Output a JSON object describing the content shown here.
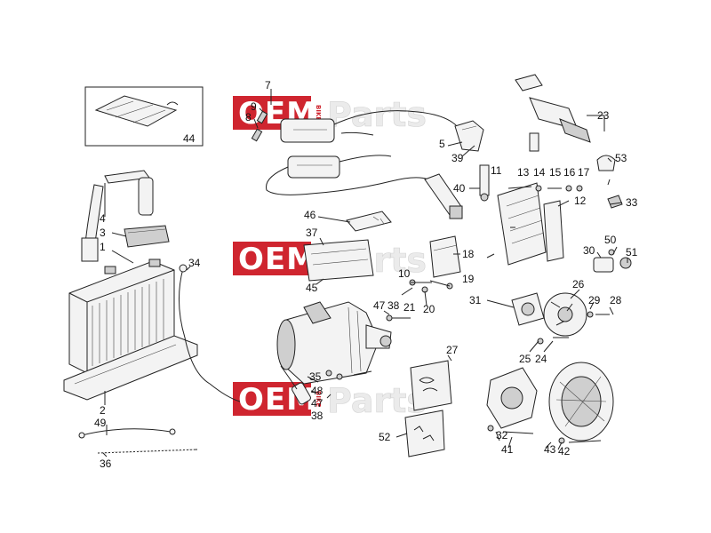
{
  "watermark": {
    "text_left": "OEM",
    "text_right": "Parts",
    "vertical_small": "BIKE",
    "color": "#c7000b"
  },
  "callouts": {
    "c44": "44",
    "c4": "4",
    "c3": "3",
    "c1": "1",
    "c2": "2",
    "c49": "49",
    "c36": "36",
    "c34": "34",
    "c7": "7",
    "c9": "9",
    "c8": "8",
    "c5": "5",
    "c39": "39",
    "c40": "40",
    "c46": "46",
    "c37": "37",
    "c45": "45",
    "c18": "18",
    "c10": "10",
    "c19": "19",
    "c21": "21",
    "c20": "20",
    "c47a": "47",
    "c38a": "38",
    "c35": "35",
    "c48": "48",
    "c47b": "47",
    "c38b": "38",
    "c27": "27",
    "c52": "52",
    "c23": "23",
    "c53": "53",
    "c11": "11",
    "c13": "13",
    "c14": "14",
    "c15": "15",
    "c16": "16",
    "c17": "17",
    "c12": "12",
    "c33": "33",
    "c30": "30",
    "c50": "50",
    "c51": "51",
    "c31": "31",
    "c26": "26",
    "c29": "29",
    "c28": "28",
    "c25": "25",
    "c24": "24",
    "c32": "32",
    "c41": "41",
    "c43": "43",
    "c42": "42"
  }
}
